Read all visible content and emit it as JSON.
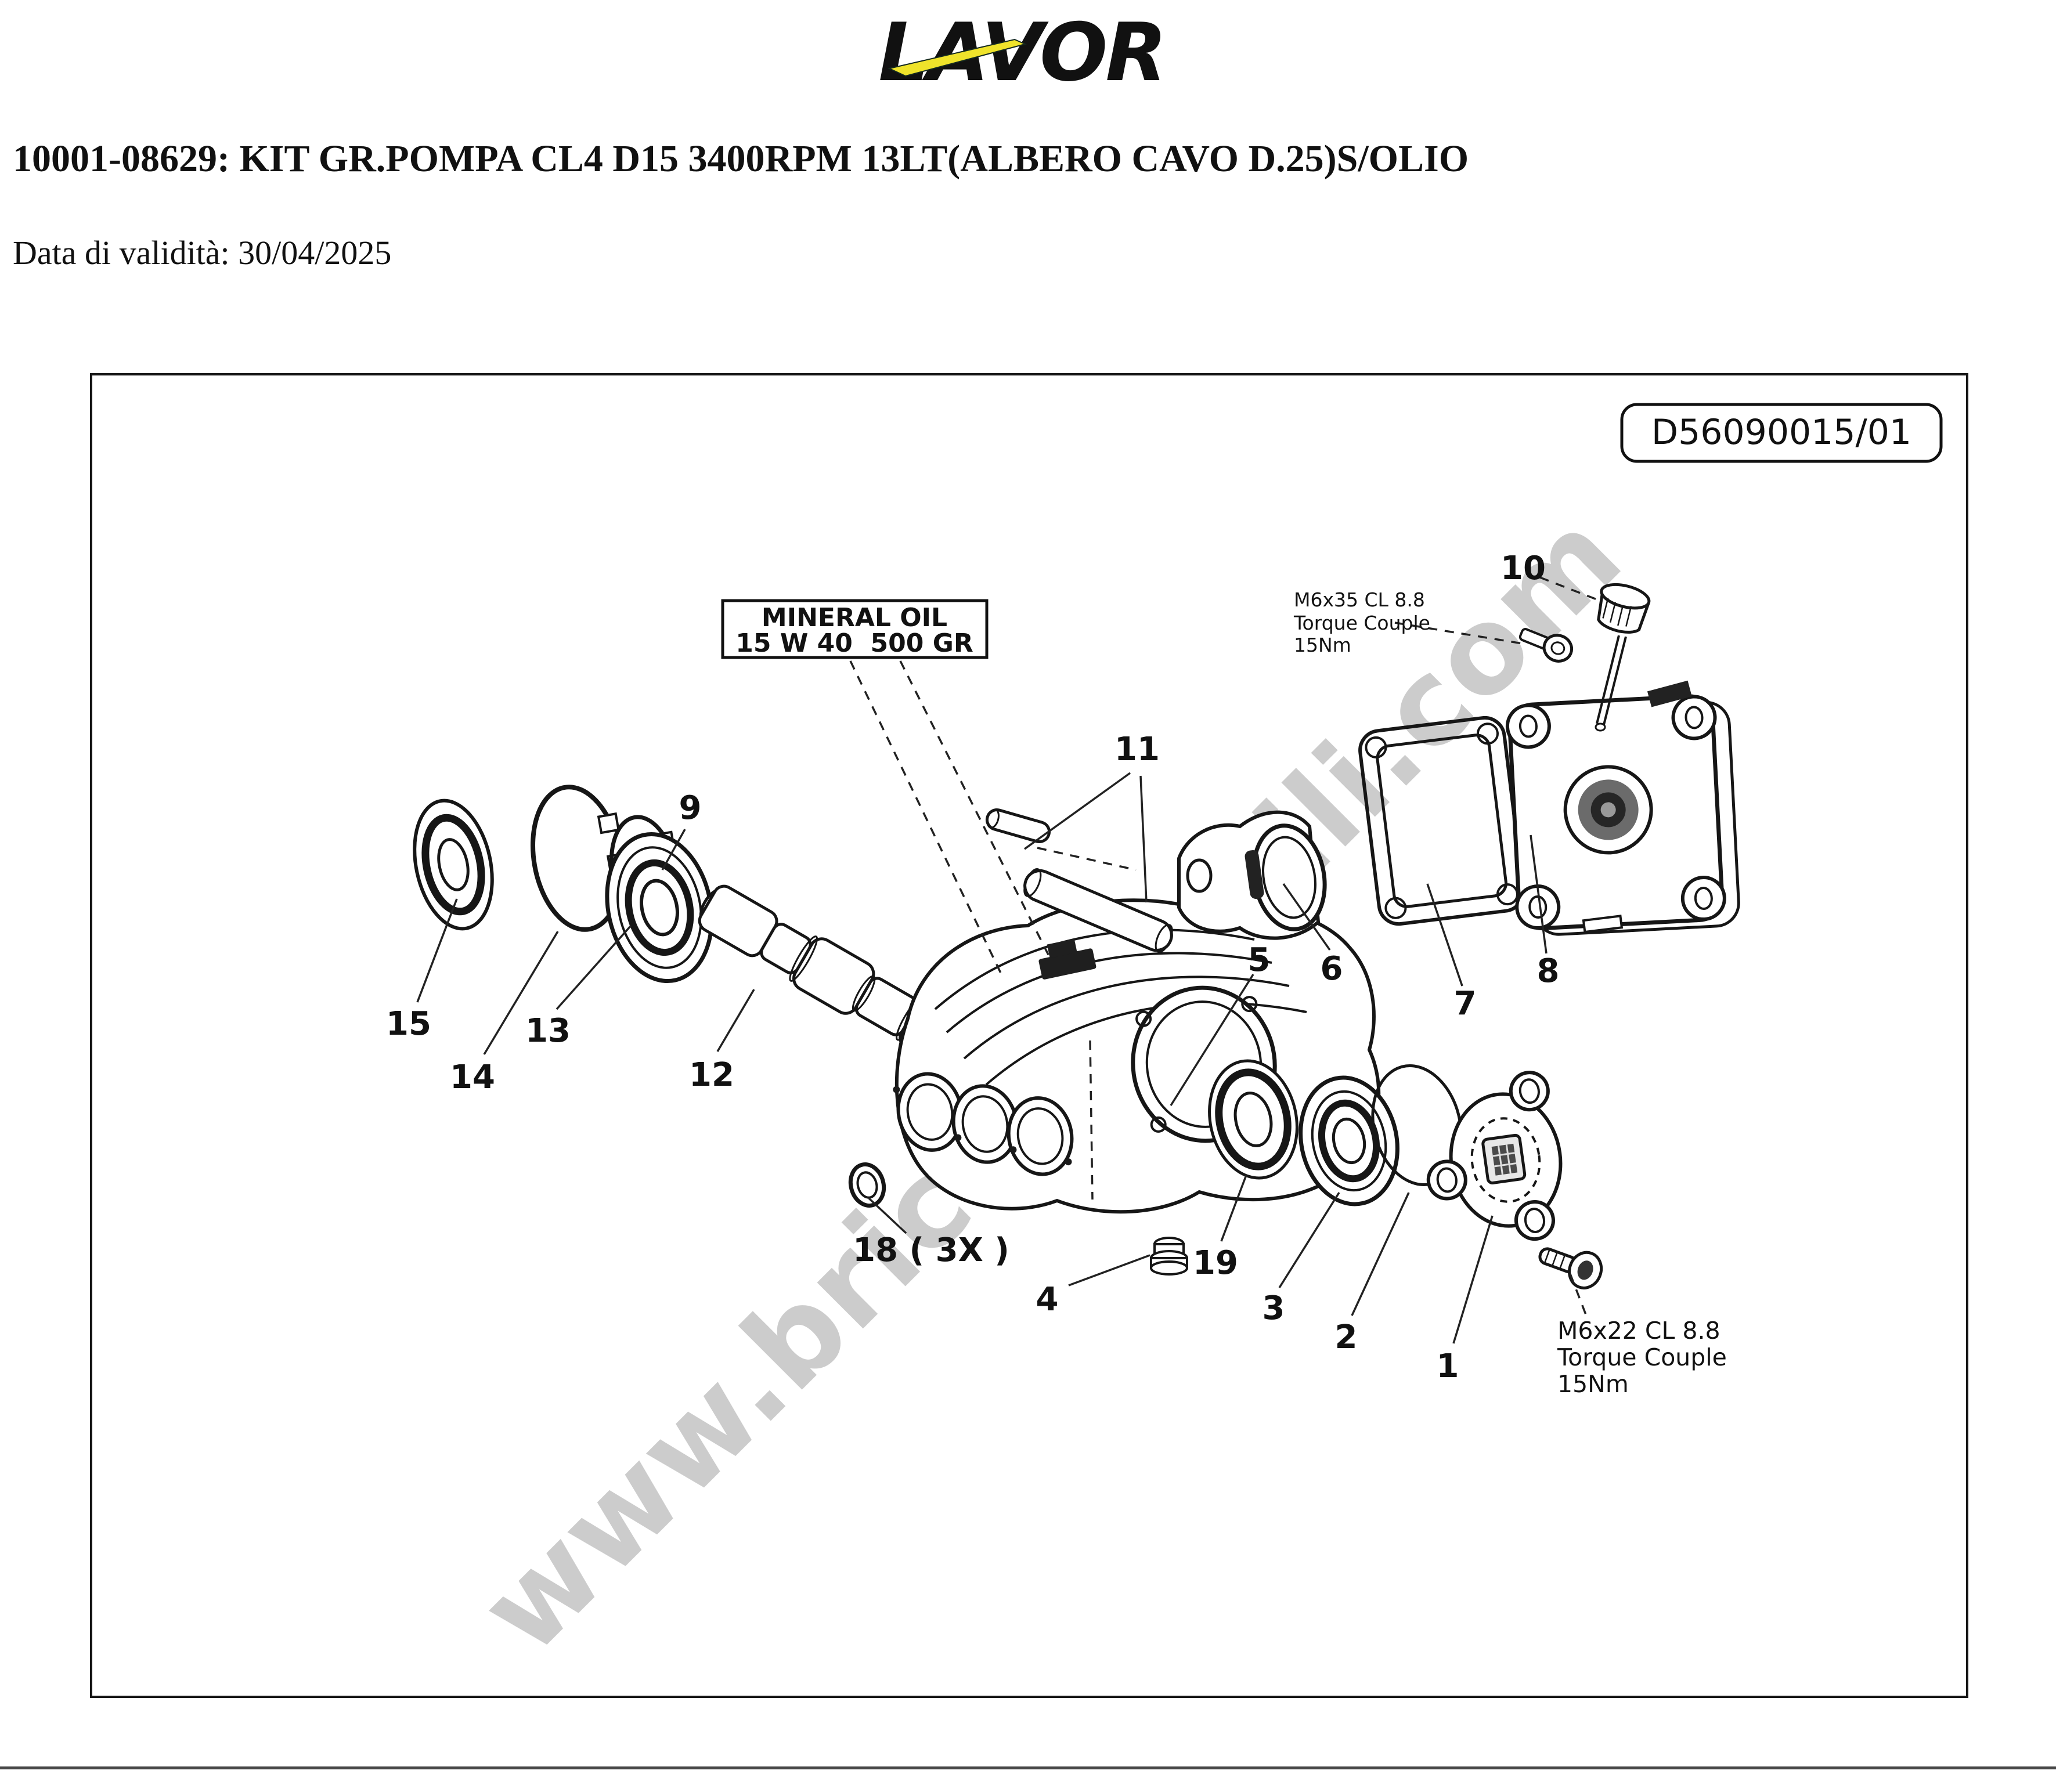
{
  "header": {
    "logo_text": "LAVOR",
    "logo_color": "#1c3a29",
    "logo_bolt_color": "#efe32b",
    "title": "10001-08629: KIT GR.POMPA CL4 D15 3400RPM 13LT(ALBERO CAVO D.25)S/OLIO",
    "validity": "Data di validità: 30/04/2025"
  },
  "diagram": {
    "drawing_number": "D56090015/01",
    "watermark": "www.bricoutensili.com",
    "oil_box": {
      "line1": "MINERAL OIL",
      "line2": "15 W 40  500 GR"
    },
    "torque_note_top": {
      "l1": "M6x35 CL 8.8",
      "l2": "Torque Couple",
      "l3": "15Nm"
    },
    "torque_note_bottom": {
      "l1": "M6x22 CL 8.8",
      "l2": "Torque Couple",
      "l3": "15Nm"
    },
    "callouts": {
      "c1": "1",
      "c2": "2",
      "c3": "3",
      "c4": "4",
      "c5": "5",
      "c6": "6",
      "c7": "7",
      "c8": "8",
      "c9": "9",
      "c10": "10",
      "c11": "11",
      "c12": "12",
      "c13": "13",
      "c14": "14",
      "c15": "15",
      "c18": "18 ( 3X )",
      "c19": "19"
    }
  }
}
